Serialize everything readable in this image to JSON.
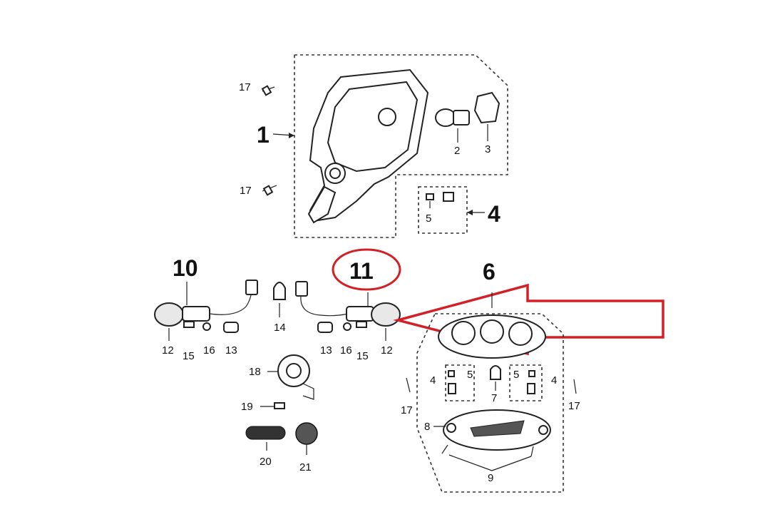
{
  "labels": {
    "p1": "1",
    "p2": "2",
    "p3": "3",
    "p4_group": "4",
    "p5_top": "5",
    "p6": "6",
    "p10": "10",
    "p11": "11",
    "p12_left": "12",
    "p15_left": "15",
    "p16_left": "16",
    "p13_left": "13",
    "p14": "14",
    "p13_right": "13",
    "p16_right": "16",
    "p15_right": "15",
    "p12_right": "12",
    "p17_top": "17",
    "p17_mid": "17",
    "p17_left_low": "17",
    "p17_right_low": "17",
    "p18": "18",
    "p19": "19",
    "p20": "20",
    "p21": "21",
    "p4_left": "4",
    "p5_left": "5",
    "p7": "7",
    "p5_right": "5",
    "p4_right": "4",
    "p8": "8",
    "p9": "9"
  },
  "colors": {
    "highlight": "#d32027",
    "line": "#222222"
  }
}
